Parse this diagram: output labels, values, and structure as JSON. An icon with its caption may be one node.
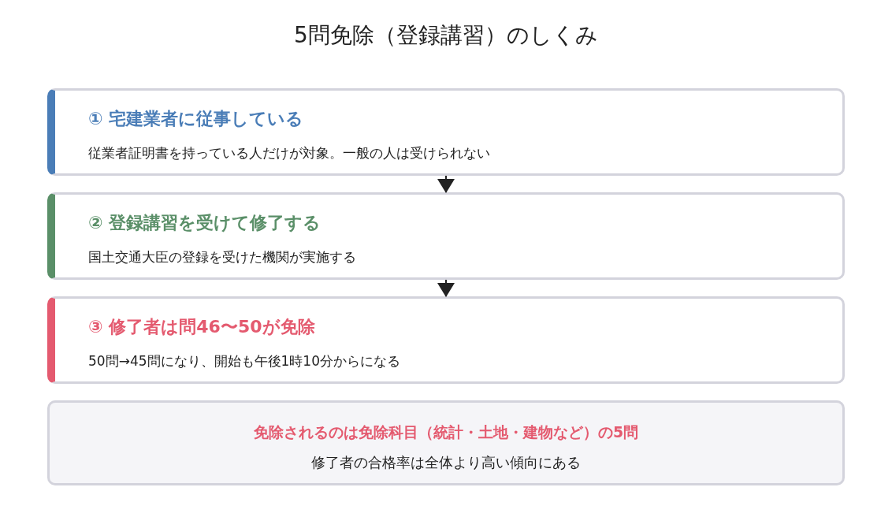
{
  "diagram": {
    "title": "5問免除（登録講習）のしくみ",
    "nodes": [
      {
        "text": [
          "① 宅建業者に従事している",
          "従業者証明書を持っている人だけが対象。一般の人は受けられない"
        ]
      },
      {
        "text": [
          "② 登録講習を受けて修了する",
          "国土交通大臣の登録を受けた機関が実施する"
        ]
      },
      {
        "text": [
          "③ 修了者は問46〜50が免除",
          "50問→45問になり、開始も午後1時10分からになる"
        ]
      },
      {
        "text": [
          "免除されるのは免除科目（統計・土地・建物など）の5問",
          "修了者の合格率は全体より高い傾向にある"
        ]
      }
    ],
    "edges": [
      {
        "from": 0,
        "to": 1,
        "arrow": "to"
      },
      {
        "from": 1,
        "to": 2,
        "arrow": "to"
      }
    ]
  }
}
